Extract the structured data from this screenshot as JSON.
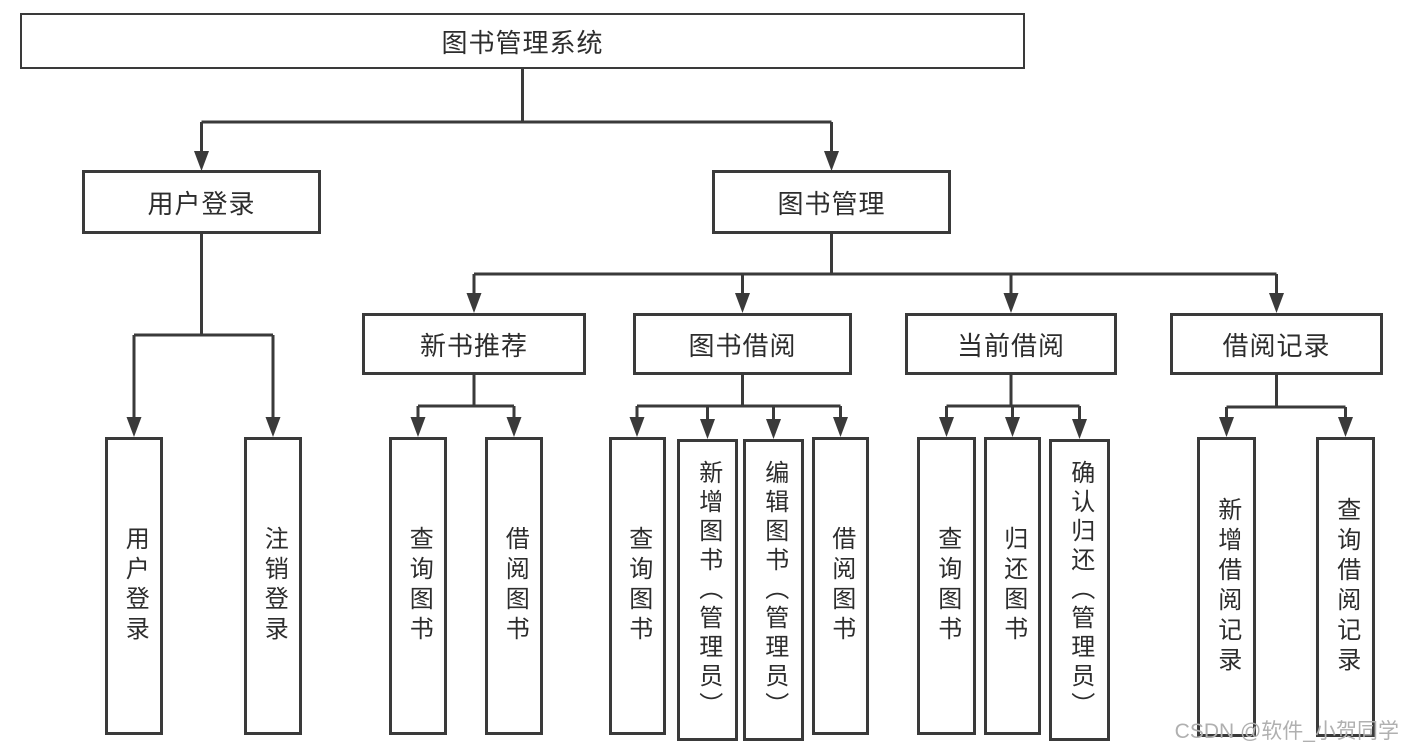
{
  "colors": {
    "line": "#3a3a3a",
    "text": "#2d2d2d",
    "bg": "#ffffff",
    "box_bg": "#ffffff",
    "watermark": "#b0b0b0"
  },
  "watermark": {
    "text": "CSDN @软件_小贺同学"
  },
  "diagram": {
    "title": "图书管理系统",
    "branches": [
      {
        "label": "用户登录",
        "children": [
          {
            "label": "用户登录"
          },
          {
            "label": "注销登录"
          }
        ]
      },
      {
        "label": "图书管理",
        "children": [
          {
            "label": "新书推荐",
            "children": [
              {
                "label": "查询图书"
              },
              {
                "label": "借阅图书"
              }
            ]
          },
          {
            "label": "图书借阅",
            "children": [
              {
                "label": "查询图书"
              },
              {
                "label": "新增图书（管理员）"
              },
              {
                "label": "编辑图书（管理员）"
              },
              {
                "label": "借阅图书"
              }
            ]
          },
          {
            "label": "当前借阅",
            "children": [
              {
                "label": "查询图书"
              },
              {
                "label": "归还图书"
              },
              {
                "label": "确认归还（管理员）"
              }
            ]
          },
          {
            "label": "借阅记录",
            "children": [
              {
                "label": "新增借阅记录"
              },
              {
                "label": "查询借阅记录"
              }
            ]
          }
        ]
      }
    ]
  }
}
